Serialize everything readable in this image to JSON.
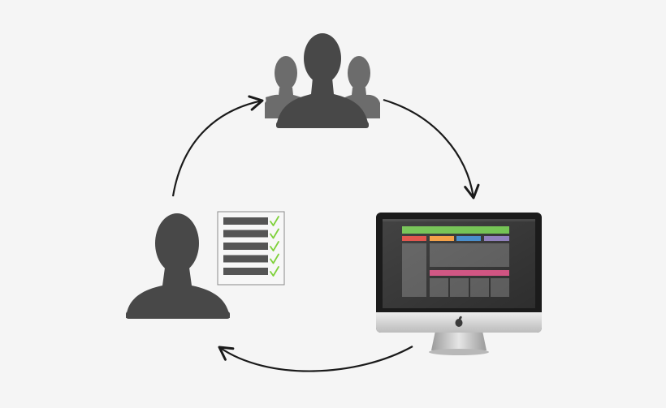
{
  "diagram": {
    "background": "#f5f5f5",
    "nodes": [
      {
        "id": "group",
        "icon": "user-group-icon",
        "color": "#484848",
        "side_color": "#6c6c6c"
      },
      {
        "id": "individual",
        "icon": "user-icon",
        "color": "#484848"
      },
      {
        "id": "checklist",
        "icon": "checklist-icon",
        "row_count": 5,
        "check_color": "#7fd13b"
      },
      {
        "id": "computer",
        "icon": "imac-computer-icon"
      }
    ],
    "edges": [
      {
        "from": "individual",
        "to": "group",
        "style": "curved-arrow"
      },
      {
        "from": "group",
        "to": "computer",
        "style": "curved-arrow"
      },
      {
        "from": "computer",
        "to": "individual",
        "style": "curved-arrow"
      }
    ],
    "screen_palette": {
      "green": "#6dc04b",
      "red": "#e0483f",
      "orange": "#f29a3b",
      "blue": "#3e88c9",
      "purple": "#8a7ab8",
      "pink": "#cf4f7e",
      "panel": "#5a5a5a"
    }
  }
}
